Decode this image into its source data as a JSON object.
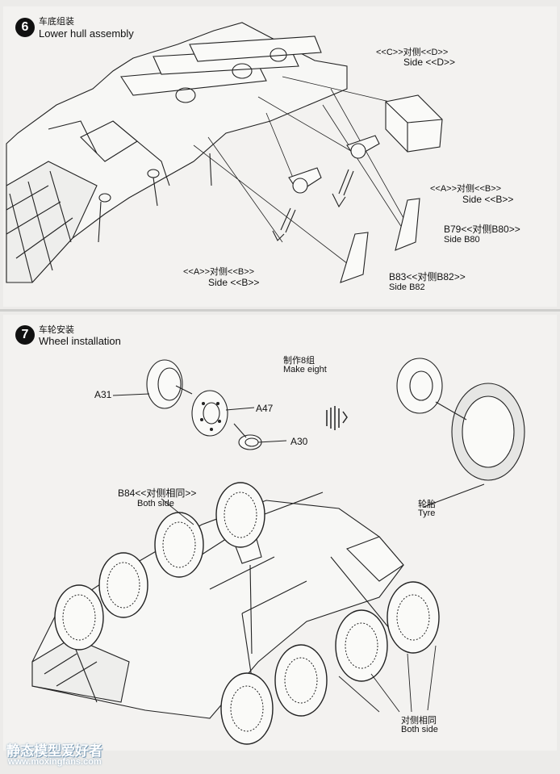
{
  "step6": {
    "number": "6",
    "title_cn": "车底组装",
    "title_en": "Lower hull assembly",
    "labels": {
      "cd_cn": "<<C>>对侧<<D>>",
      "cd_en": "Side <<D>>",
      "ab_right_cn": "<<A>>对侧<<B>>",
      "ab_right_en": "Side <<B>>",
      "b79_cn": "B79<<对侧B80>>",
      "b79_en": "Side B80",
      "ab_left_cn": "<<A>>对侧<<B>>",
      "ab_left_en": "Side <<B>>",
      "b83_cn": "B83<<对侧B82>>",
      "b83_en": "Side B82"
    }
  },
  "step7": {
    "number": "7",
    "title_cn": "车轮安装",
    "title_en": "Wheel installation",
    "labels": {
      "make_cn": "制作8组",
      "make_en": "Make eight",
      "a31": "A31",
      "a47": "A47",
      "a30": "A30",
      "tyre_cn": "轮胎",
      "tyre_en": "Tyre",
      "b84_cn": "B84<<对侧相同>>",
      "b84_en": "Both side",
      "both_cn": "对侧相同",
      "both_en": "Both side"
    }
  },
  "watermark": {
    "brand": "静态模型爱好者",
    "url": "www.moxingfans.com"
  }
}
